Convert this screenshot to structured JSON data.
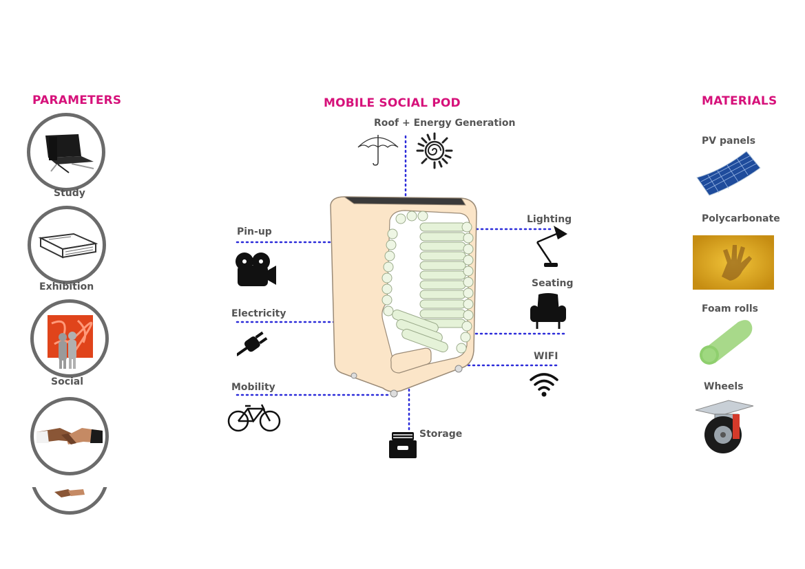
{
  "parameters": {
    "heading": "PARAMETERS",
    "items": [
      {
        "label": "Study",
        "icon": "lounge-chair-icon"
      },
      {
        "label": "Exhibition",
        "icon": "book-icon"
      },
      {
        "label": "Social",
        "icon": "art-exhibition-icon"
      },
      {
        "label": "",
        "icon": "handshake-icon"
      }
    ]
  },
  "pod": {
    "heading": "MOBILE SOCIAL POD",
    "features": {
      "roof": "Roof  +  Energy Generation",
      "pinup": "Pin-up",
      "electricity": "Electricity",
      "mobility": "Mobility",
      "lighting": "Lighting",
      "seating": "Seating",
      "wifi": "WIFI",
      "storage": "Storage"
    }
  },
  "materials": {
    "heading": "MATERIALS",
    "items": [
      {
        "label": "PV panels",
        "icon": "pv-panel-icon"
      },
      {
        "label": "Polycarbonate",
        "icon": "polycarbonate-icon"
      },
      {
        "label": "Foam rolls",
        "icon": "foam-roll-icon"
      },
      {
        "label": "Wheels",
        "icon": "caster-wheel-icon"
      }
    ]
  },
  "colors": {
    "accent": "#d6117a",
    "connector": "#2b2bd9",
    "ring": "#6b6b6b",
    "pod_fill": "#fbe5c8"
  }
}
